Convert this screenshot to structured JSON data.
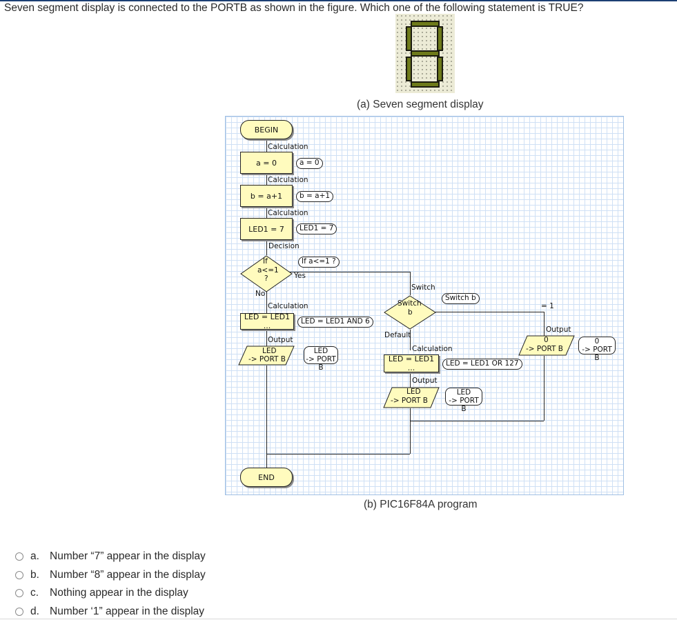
{
  "question": "Seven segment display is connected to the PORTB as shown in the figure. Which one of the following statement is TRUE?",
  "figure_a_caption": "(a)   Seven segment display",
  "figure_b_caption": "(b)   PIC16F84A program",
  "flowchart": {
    "begin": "BEGIN",
    "end": "END",
    "calc1": {
      "label": "Calculation",
      "box": "a = 0",
      "note": "a = 0"
    },
    "calc2": {
      "label": "Calculation",
      "box": "b = a+1",
      "note": "b = a+1"
    },
    "calc3": {
      "label": "Calculation",
      "box": "LED1 = 7",
      "note": "LED1 = 7"
    },
    "decision": {
      "label": "Decision",
      "line1": "If",
      "line2": "a<=1",
      "line3": "?",
      "note": "If a<=1 ?",
      "yes": "Yes",
      "no": "No"
    },
    "calc4": {
      "label": "Calculation",
      "box": "LED = LED1 ...",
      "note": "LED = LED1 AND 6"
    },
    "output1": {
      "label": "Output",
      "line1": "LED",
      "line2": "-> PORT B",
      "note1": "LED",
      "note2": "-> PORT B"
    },
    "switch": {
      "label": "Switch",
      "line1": "Switch",
      "line2": "b",
      "note": "Switch b",
      "default": "Default",
      "case": "= 1"
    },
    "calc5": {
      "label": "Calculation",
      "box": "LED = LED1 ...",
      "note": "LED = LED1 OR 127"
    },
    "output2": {
      "label": "Output",
      "line1": "LED",
      "line2": "-> PORT B",
      "note1": "LED",
      "note2": "-> PORT B"
    },
    "output3": {
      "label": "Output",
      "line1": "0",
      "line2": "-> PORT B",
      "note1": "0",
      "note2": "-> PORT B"
    }
  },
  "options": [
    {
      "letter": "a.",
      "text": "Number “7” appear in the display"
    },
    {
      "letter": "b.",
      "text": "Number “8” appear in the display"
    },
    {
      "letter": "c.",
      "text": "Nothing appear in the display"
    },
    {
      "letter": "d.",
      "text": "Number ‘1” appear in the display"
    }
  ],
  "colors": {
    "segment": "#6e7a1a",
    "flow_box": "#fffbbe",
    "grid": "#cfe0f5"
  }
}
